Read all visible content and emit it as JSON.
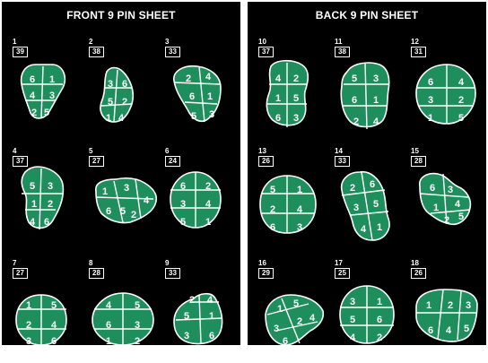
{
  "front": {
    "title": "FRONT 9 PIN SHEET",
    "holes": [
      {
        "number": "1",
        "depth": "39",
        "cells": [
          "6",
          "1",
          "4",
          "3",
          "2",
          "5"
        ]
      },
      {
        "number": "2",
        "depth": "38",
        "cells": [
          "3",
          "6",
          "5",
          "2",
          "1",
          "4"
        ]
      },
      {
        "number": "3",
        "depth": "33",
        "cells": [
          "2",
          "4",
          "6",
          "1",
          "5",
          "3"
        ]
      },
      {
        "number": "4",
        "depth": "37",
        "cells": [
          "5",
          "3",
          "1",
          "2",
          "4",
          "6"
        ]
      },
      {
        "number": "5",
        "depth": "27",
        "cells": [
          "1",
          "3",
          "6",
          "5",
          "4",
          "2"
        ]
      },
      {
        "number": "6",
        "depth": "24",
        "cells": [
          "6",
          "2",
          "3",
          "4",
          "5",
          "1"
        ]
      },
      {
        "number": "7",
        "depth": "27",
        "cells": [
          "1",
          "5",
          "2",
          "4",
          "3",
          "6"
        ]
      },
      {
        "number": "8",
        "depth": "28",
        "cells": [
          "4",
          "5",
          "6",
          "3",
          "1",
          "2"
        ]
      },
      {
        "number": "9",
        "depth": "33",
        "cells": [
          "2",
          "4",
          "5",
          "1",
          "3",
          "6"
        ]
      }
    ]
  },
  "back": {
    "title": "BACK 9 PIN SHEET",
    "holes": [
      {
        "number": "10",
        "depth": "37",
        "cells": [
          "4",
          "2",
          "1",
          "5",
          "6",
          "3"
        ]
      },
      {
        "number": "11",
        "depth": "38",
        "cells": [
          "5",
          "3",
          "6",
          "1",
          "2",
          "4"
        ]
      },
      {
        "number": "12",
        "depth": "31",
        "cells": [
          "6",
          "4",
          "3",
          "2",
          "1",
          "5"
        ]
      },
      {
        "number": "13",
        "depth": "26",
        "cells": [
          "5",
          "1",
          "2",
          "4",
          "6",
          "3"
        ]
      },
      {
        "number": "14",
        "depth": "33",
        "cells": [
          "2",
          "6",
          "3",
          "5",
          "4",
          "1"
        ]
      },
      {
        "number": "15",
        "depth": "28",
        "cells": [
          "6",
          "3",
          "1",
          "4",
          "2",
          "5"
        ]
      },
      {
        "number": "16",
        "depth": "29",
        "cells": [
          "1",
          "5",
          "3",
          "2",
          "6",
          "4"
        ]
      },
      {
        "number": "17",
        "depth": "25",
        "cells": [
          "3",
          "1",
          "5",
          "6",
          "4",
          "2"
        ]
      },
      {
        "number": "18",
        "depth": "26",
        "cells": [
          "1",
          "2",
          "3",
          "6",
          "4",
          "5"
        ]
      }
    ]
  },
  "colors": {
    "green": "#1e8f5c",
    "line": "#ffffff",
    "background": "#000000"
  }
}
